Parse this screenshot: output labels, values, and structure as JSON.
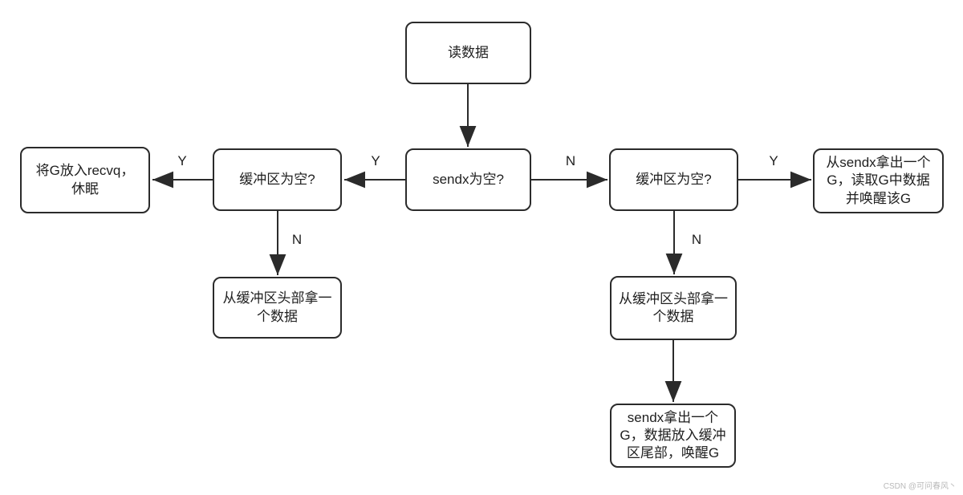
{
  "diagram": {
    "type": "flowchart",
    "nodes": {
      "read_data": {
        "label": "读数据"
      },
      "sendx_empty": {
        "label": "sendx为空?"
      },
      "buffer_empty_left": {
        "label": "缓冲区为空?"
      },
      "put_g_in_recvq": {
        "label": "将G放入recvq，\n休眠"
      },
      "take_from_buffer_head_left": {
        "label": "从缓冲区头部拿一\n个数据"
      },
      "buffer_empty_right": {
        "label": "缓冲区为空?"
      },
      "take_g_from_sendx": {
        "label": "从sendx拿出一个\nG，读取G中数据\n并唤醒该G"
      },
      "take_from_buffer_head_right": {
        "label": "从缓冲区头部拿一\n个数据"
      },
      "sendx_take_g_put_buffer": {
        "label": "sendx拿出一个\nG，数据放入缓冲\n区尾部，唤醒G"
      }
    },
    "edges": [
      {
        "from": "read_data",
        "to": "sendx_empty",
        "label": ""
      },
      {
        "from": "sendx_empty",
        "to": "buffer_empty_left",
        "label": "Y"
      },
      {
        "from": "buffer_empty_left",
        "to": "put_g_in_recvq",
        "label": "Y"
      },
      {
        "from": "buffer_empty_left",
        "to": "take_from_buffer_head_left",
        "label": "N"
      },
      {
        "from": "sendx_empty",
        "to": "buffer_empty_right",
        "label": "N"
      },
      {
        "from": "buffer_empty_right",
        "to": "take_g_from_sendx",
        "label": "Y"
      },
      {
        "from": "buffer_empty_right",
        "to": "take_from_buffer_head_right",
        "label": "N"
      },
      {
        "from": "take_from_buffer_head_right",
        "to": "sendx_take_g_put_buffer",
        "label": ""
      }
    ],
    "colors": {
      "line": "#2b2b2b",
      "text": "#1f1f1f",
      "background": "#ffffff",
      "watermark": "#b9b9b9"
    }
  },
  "watermark": "CSDN @可问春风丶"
}
